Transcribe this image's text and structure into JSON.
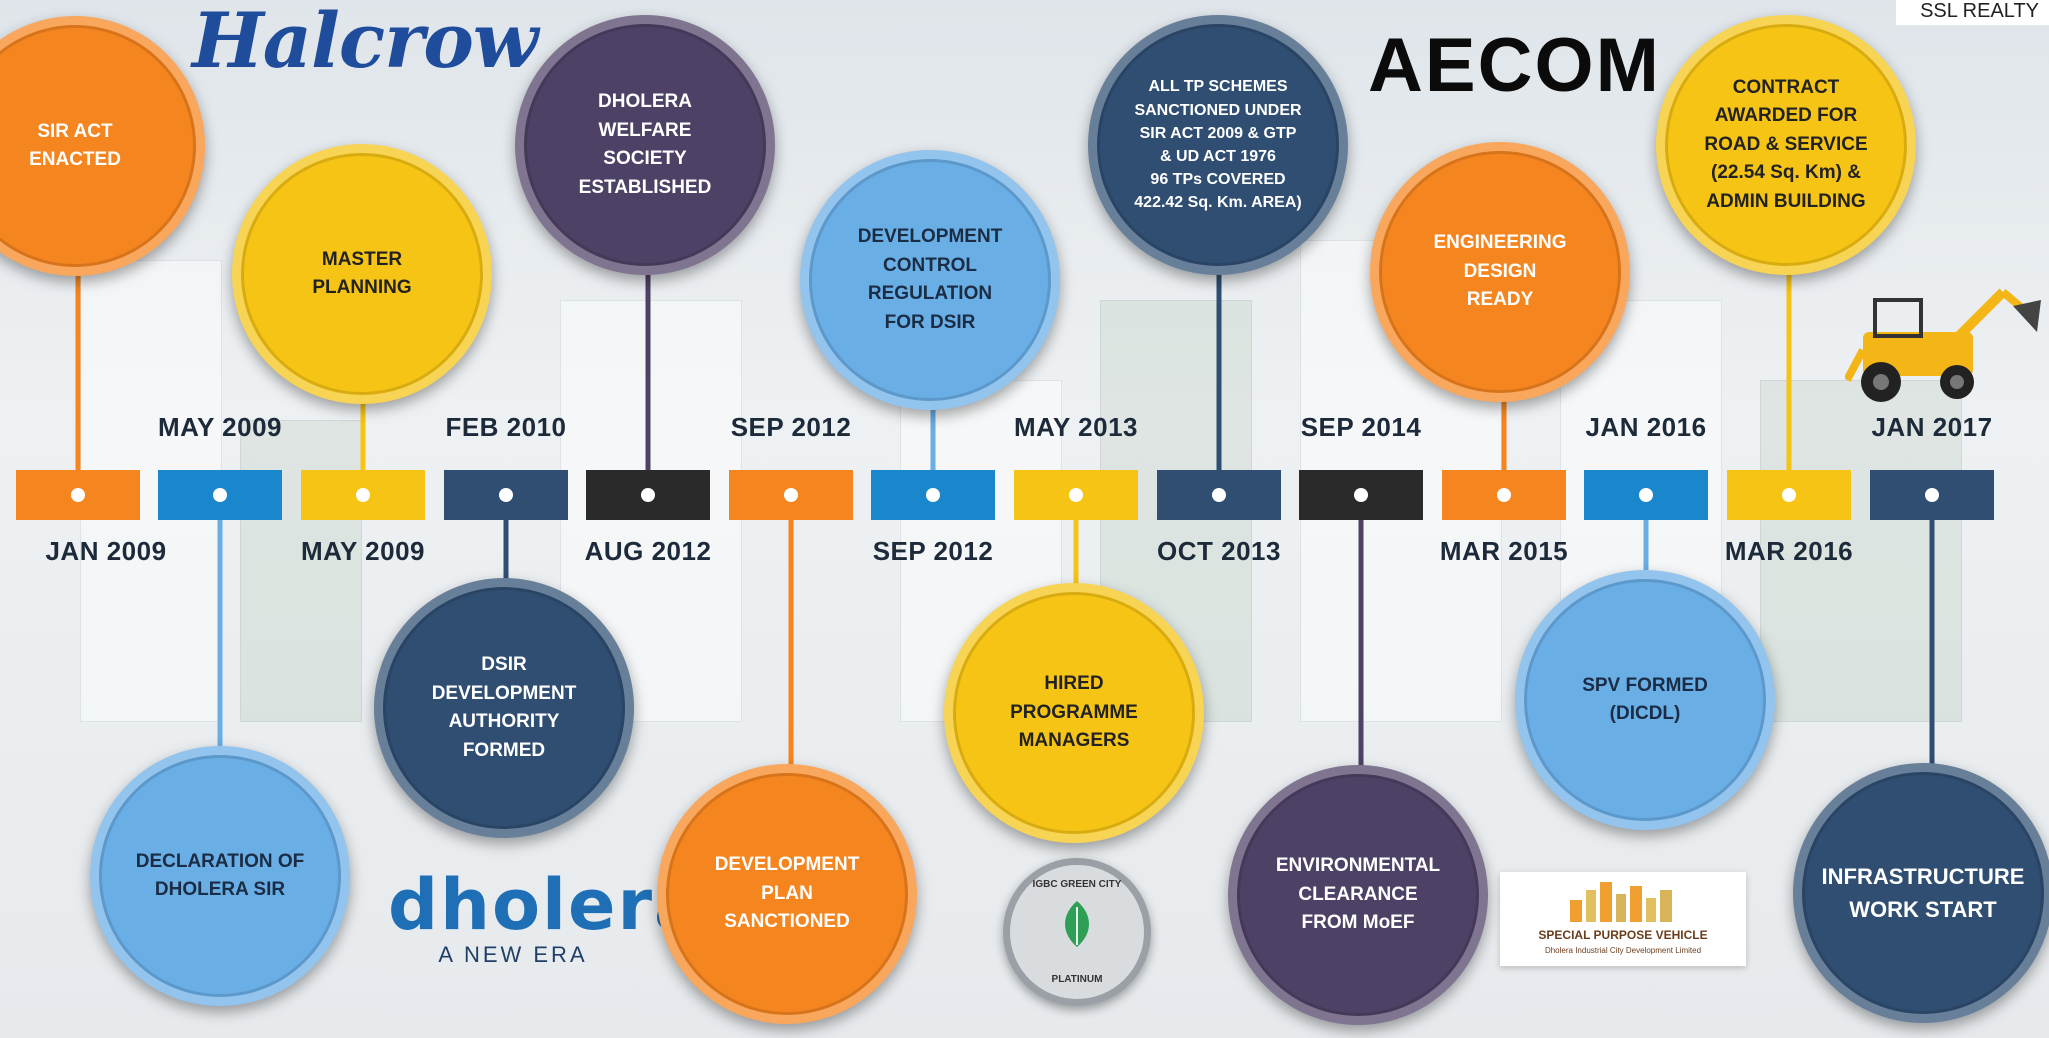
{
  "watermark": "SSL REALTY",
  "logos": {
    "halcrow": "Halcrow",
    "aecom": "AECOM",
    "dholera_main": "dholera",
    "dholera_tag": "A NEW ERA"
  },
  "colors": {
    "orange": "#f5851f",
    "blue": "#1a86cc",
    "yellow": "#f6c414",
    "navy": "#2f4e72",
    "purple": "#4e4166",
    "black": "#2a2a2a",
    "light_blue": "#6aaee6"
  },
  "timeline": [
    {
      "box_color": "orange",
      "date_below": "JAN 2009"
    },
    {
      "box_color": "blue",
      "date_above": "MAY 2009"
    },
    {
      "box_color": "yellow",
      "date_below": "MAY 2009"
    },
    {
      "box_color": "navy",
      "date_above": "FEB 2010"
    },
    {
      "box_color": "black",
      "date_below": "AUG 2012"
    },
    {
      "box_color": "orange",
      "date_above": "SEP 2012"
    },
    {
      "box_color": "blue",
      "date_below": "SEP 2012"
    },
    {
      "box_color": "yellow",
      "date_above": "MAY 2013"
    },
    {
      "box_color": "navy",
      "date_below": "OCT 2013"
    },
    {
      "box_color": "black",
      "date_above": "SEP 2014"
    },
    {
      "box_color": "orange",
      "date_below": "MAR 2015"
    },
    {
      "box_color": "blue",
      "date_above": "JAN 2016"
    },
    {
      "box_color": "yellow",
      "date_below": "MAR 2016"
    },
    {
      "box_color": "navy",
      "date_above": "JAN 2017"
    }
  ],
  "milestones": [
    {
      "label": "SIR ACT\nENACTED",
      "color": "orange"
    },
    {
      "label": "DECLARATION OF\nDHOLERA SIR",
      "color": "light_blue"
    },
    {
      "label": "MASTER\nPLANNING",
      "color": "yellow"
    },
    {
      "label": "DSIR\nDEVELOPMENT\nAUTHORITY\nFORMED",
      "color": "navy"
    },
    {
      "label": "DHOLERA\nWELFARE\nSOCIETY\nESTABLISHED",
      "color": "purple"
    },
    {
      "label": "DEVELOPMENT\nPLAN\nSANCTIONED",
      "color": "orange"
    },
    {
      "label": "DEVELOPMENT\nCONTROL\nREGULATION\nFOR DSIR",
      "color": "light_blue"
    },
    {
      "label": "HIRED\nPROGRAMME\nMANAGERS",
      "color": "yellow"
    },
    {
      "label": "ALL TP SCHEMES\nSANCTIONED UNDER\nSIR ACT 2009 & GTP\n& UD ACT 1976\n96 TPs COVERED\n422.42 Sq. Km. AREA)",
      "color": "navy"
    },
    {
      "label": "ENVIRONMENTAL\nCLEARANCE\nFROM MoEF",
      "color": "purple"
    },
    {
      "label": "ENGINEERING\nDESIGN\nREADY",
      "color": "orange"
    },
    {
      "label": "SPV FORMED\n(DICDL)",
      "color": "light_blue"
    },
    {
      "label": "CONTRACT\nAWARDED FOR\nROAD & SERVICE\n(22.54 Sq. Km) &\nADMIN BUILDING",
      "color": "yellow"
    },
    {
      "label": "INFRASTRUCTURE\nWORK START",
      "color": "navy"
    }
  ],
  "badges": {
    "igbc_top": "IGBC GREEN CITY",
    "igbc_bottom": "PLATINUM",
    "spv_title": "SPECIAL PURPOSE VEHICLE",
    "spv_sub": "Dholera Industrial City Development Limited"
  },
  "icons": {
    "excavator": "excavator-icon",
    "igbc": "igbc-green-city-badge",
    "spv": "spv-image"
  }
}
